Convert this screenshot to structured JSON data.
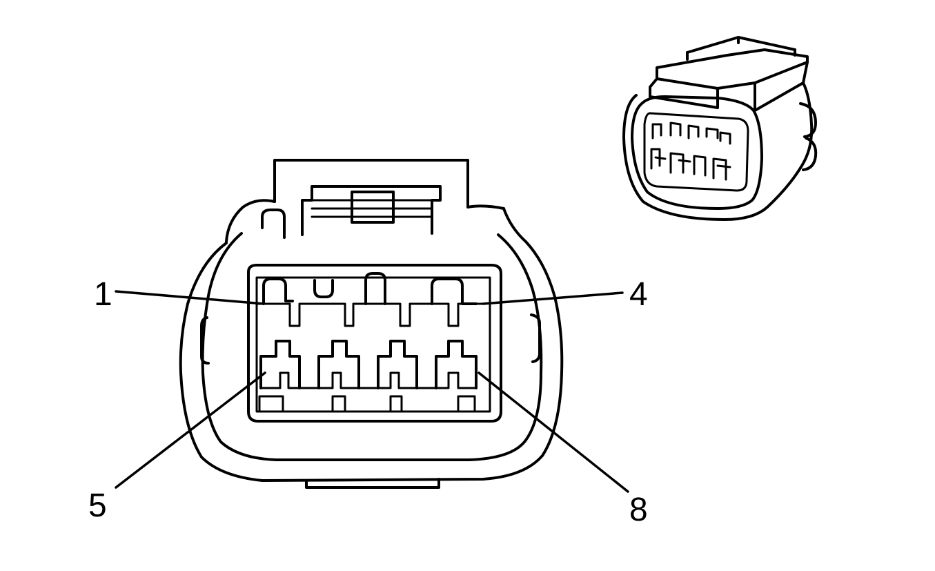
{
  "labels": {
    "pin1": "1",
    "pin4": "4",
    "pin5": "5",
    "pin8": "8"
  }
}
